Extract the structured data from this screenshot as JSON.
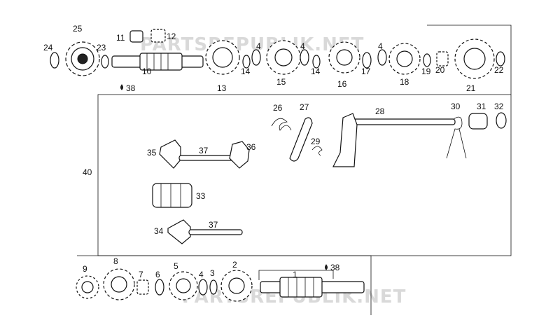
{
  "diagram": {
    "watermark": "PARTSREPUBLIK.NET",
    "labels": {
      "p1": "1",
      "p2": "2",
      "p3": "3",
      "p4a": "4",
      "p4b": "4",
      "p4c": "4",
      "p4d": "4",
      "p5": "5",
      "p6": "6",
      "p7": "7",
      "p8": "8",
      "p9": "9",
      "p10": "10",
      "p11": "11",
      "p12": "12",
      "p13": "13",
      "p14a": "14",
      "p14b": "14",
      "p15": "15",
      "p16": "16",
      "p17": "17",
      "p18": "18",
      "p19": "19",
      "p20": "20",
      "p21": "21",
      "p22": "22",
      "p23": "23",
      "p24": "24",
      "p25": "25",
      "p26": "26",
      "p27": "27",
      "p28": "28",
      "p29": "29",
      "p30": "30",
      "p31": "31",
      "p32": "32",
      "p33": "33",
      "p34": "34",
      "p35": "35",
      "p36": "36",
      "p37a": "37",
      "p37b": "37",
      "p38a": "38",
      "p38b": "38",
      "p40": "40"
    }
  }
}
